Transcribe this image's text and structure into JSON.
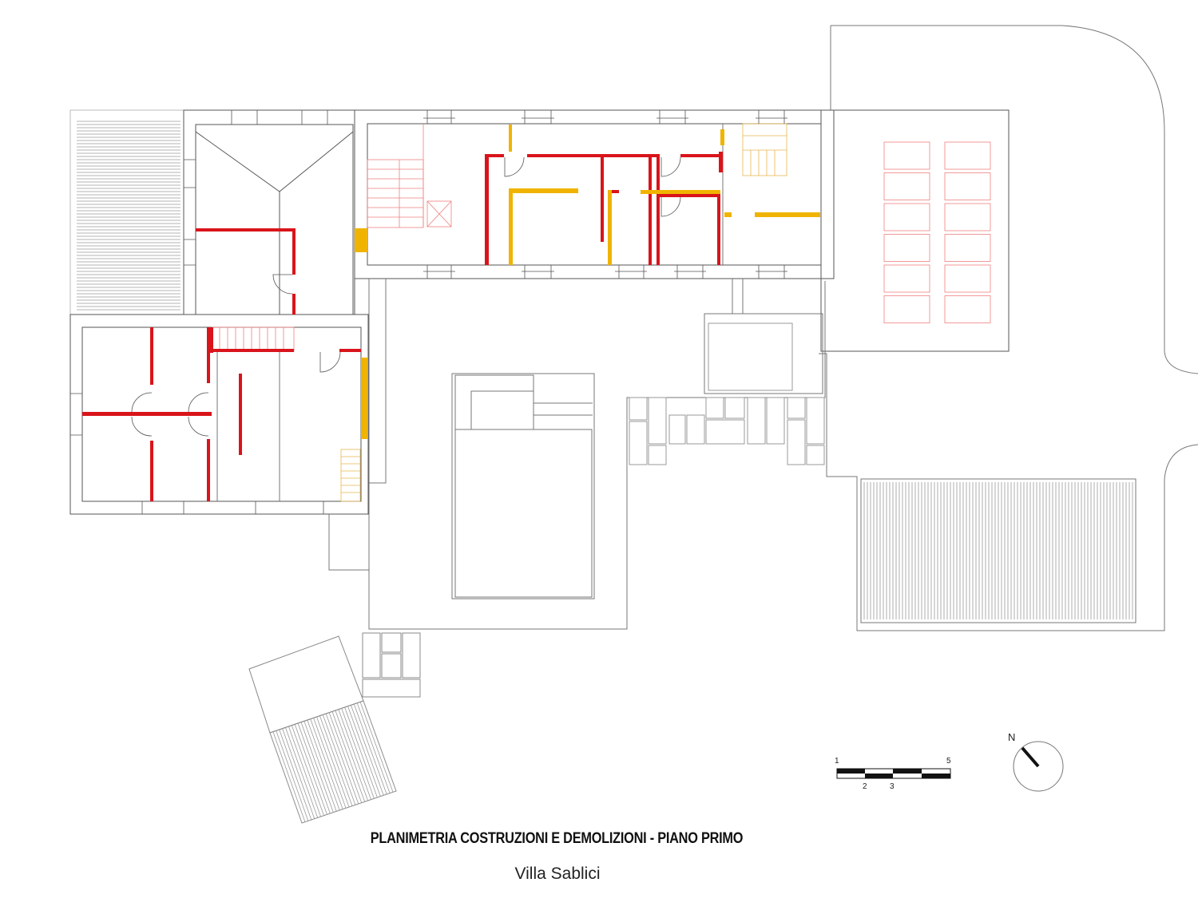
{
  "drawing": {
    "title": "PLANIMETRIA COSTRUZIONI E DEMOLIZIONI -  PIANO PRIMO",
    "subtitle": "Villa Sablici"
  },
  "scale_bar": {
    "labels_top": [
      "1",
      "5"
    ],
    "labels_bottom": [
      "2",
      "3"
    ]
  },
  "north_arrow": {
    "label": "N",
    "icon": "north-arrow-icon"
  },
  "legend_colors": {
    "new_construction": "#f0b400",
    "demolition": "#d9141b",
    "outline": "#6b6b6b",
    "stair_hatch": "#f08080"
  }
}
